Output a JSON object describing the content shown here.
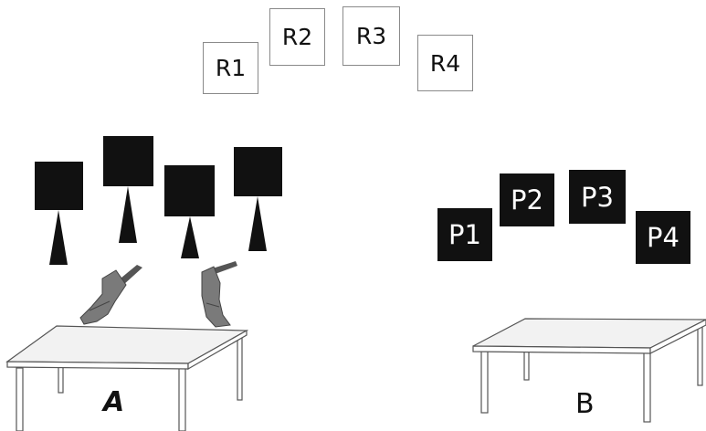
{
  "response_boxes": [
    "R1",
    "R2",
    "R3",
    "R4"
  ],
  "panels": [
    "P1",
    "P2",
    "P3",
    "P4"
  ],
  "table_labels": {
    "left": "A",
    "right": "B"
  },
  "colors": {
    "background": "#ffffff",
    "dark": "#111111",
    "gun": "#6e6e6e",
    "table_top": "#f2f2f2",
    "outline": "#555555"
  },
  "icons": [
    "speaker-icon",
    "pistol-icon",
    "table-icon"
  ]
}
